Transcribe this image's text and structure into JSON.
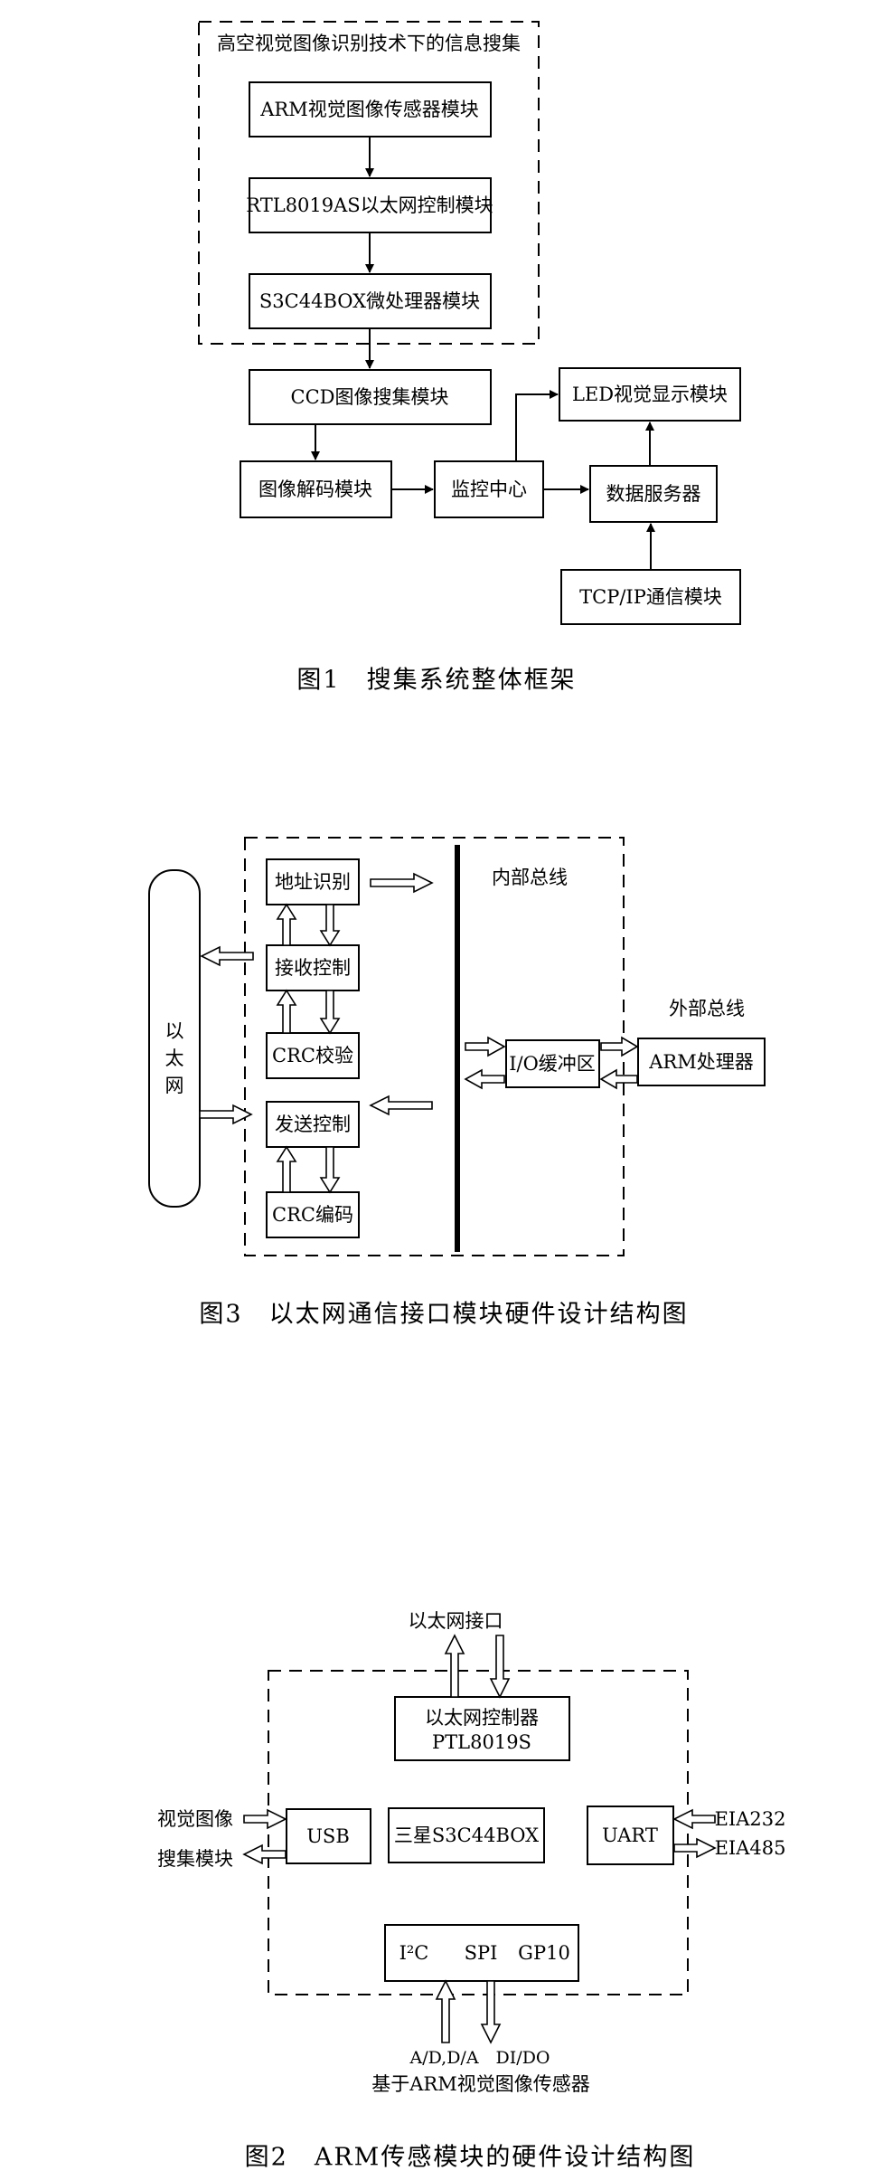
{
  "fig1": {
    "container_label": "高空视觉图像识别技术下的信息搜集",
    "arm_sensor": "ARM视觉图像传感器模块",
    "rtl_ethernet": "RTL8019AS以太网控制模块",
    "s3c_micro": "S3C44BOX微处理器模块",
    "ccd_capture": "CCD图像搜集模块",
    "led_display": "LED视觉显示模块",
    "image_decode": "图像解码模块",
    "monitor_center": "监控中心",
    "data_server": "数据服务器",
    "tcpip_module": "TCP/IP通信模块",
    "caption": "图1　搜集系统整体框架"
  },
  "fig3": {
    "internal_bus": "内部总线",
    "external_bus": "外部总线",
    "ethernet": [
      "以",
      "太",
      "网"
    ],
    "addr_recog": "地址识别",
    "recv_ctrl": "接收控制",
    "crc_check": "CRC校验",
    "send_ctrl": "发送控制",
    "crc_encode": "CRC编码",
    "io_buffer": "I/O缓冲区",
    "arm_proc": "ARM处理器",
    "caption": "图3　以太网通信接口模块硬件设计结构图"
  },
  "fig2": {
    "eth_port": "以太网接口",
    "eth_ctrl_line1": "以太网控制器",
    "eth_ctrl_line2": "PTL8019S",
    "video_capture_line1": "视觉图像",
    "video_capture_line2": "搜集模块",
    "usb": "USB",
    "samsung": "三星S3C44BOX",
    "uart": "UART",
    "eia232": "EIA232",
    "eia485": "EIA485",
    "i2c": "I²C",
    "spi": "SPI",
    "gp10": "GP10",
    "adda": "A/D,D/A　DI/DO",
    "arm_sensor_base": "基于ARM视觉图像传感器",
    "caption": "图2　ARM传感模块的硬件设计结构图"
  }
}
